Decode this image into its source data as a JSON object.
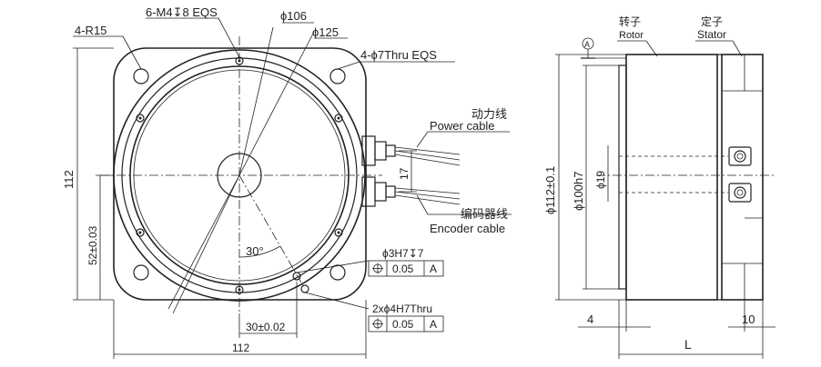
{
  "front_view": {
    "callouts": {
      "corner_radius": "4-R15",
      "tapped_holes": "6-M4↧8 EQS",
      "dia_inner": "ϕ106",
      "dia_outer": "ϕ125",
      "thru_holes": "4-ϕ7Thru EQS"
    },
    "cables": {
      "power_cn": "动力线",
      "power_en": "Power cable",
      "encoder_cn": "编码器线",
      "encoder_en": "Encoder cable",
      "spacing": "17"
    },
    "dims": {
      "height": "112",
      "width": "112",
      "center_height": "52±0.03",
      "pin_spacing": "30±0.02",
      "angle": "30°"
    },
    "tolerances": {
      "pin_hole": "ϕ3H7↧7",
      "pin_hole_tol": "0.05",
      "pin_hole_ref": "A",
      "slot_holes": "2xϕ4H7Thru",
      "slot_holes_tol": "0.05",
      "slot_holes_ref": "A"
    }
  },
  "side_view": {
    "rotor_cn": "转子",
    "rotor_en": "Rotor",
    "stator_cn": "定子",
    "stator_en": "Stator",
    "datum": "A",
    "dia_overall": "ϕ112±0.1",
    "dia_pilot": "ϕ100h7",
    "dia_bore": "ϕ19",
    "dim_left": "4",
    "dim_right": "10",
    "dim_length": "L"
  },
  "symbols": {
    "position_icon": "position-tolerance-icon"
  }
}
